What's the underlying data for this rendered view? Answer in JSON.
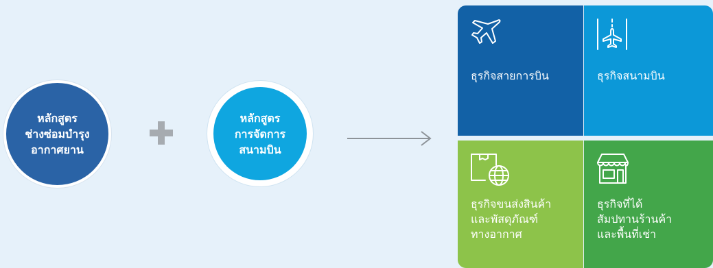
{
  "left": {
    "course1_label": "หลักสูตร\nช่างซ่อมบำรุง\nอากาศยาน",
    "course2_label": "หลักสูตร\nการจัดการ\nสนามบิน"
  },
  "tiles": [
    {
      "label": "ธุรกิจสายการบิน",
      "icon": "airplane-icon",
      "color": "#1261a6"
    },
    {
      "label": "ธุรกิจสนามบิน",
      "icon": "runway-plane-icon",
      "color": "#0c98d8"
    },
    {
      "label": "ธุรกิจขนส่งสินค้า\nและพัสดุภัณฑ์\nทางอากาศ",
      "icon": "cargo-globe-icon",
      "color": "#8dc34a"
    },
    {
      "label": "ธุรกิจที่ได้\nสัมปทานร้านค้า\nและพื้นที่เช่า",
      "icon": "storefront-icon",
      "color": "#43a64a"
    }
  ],
  "colors": {
    "background": "#e6f1fa",
    "course1": "#2a63a6",
    "course2": "#0fa6e0",
    "plus": "#a6abb0",
    "arrow": "#8d9398"
  }
}
